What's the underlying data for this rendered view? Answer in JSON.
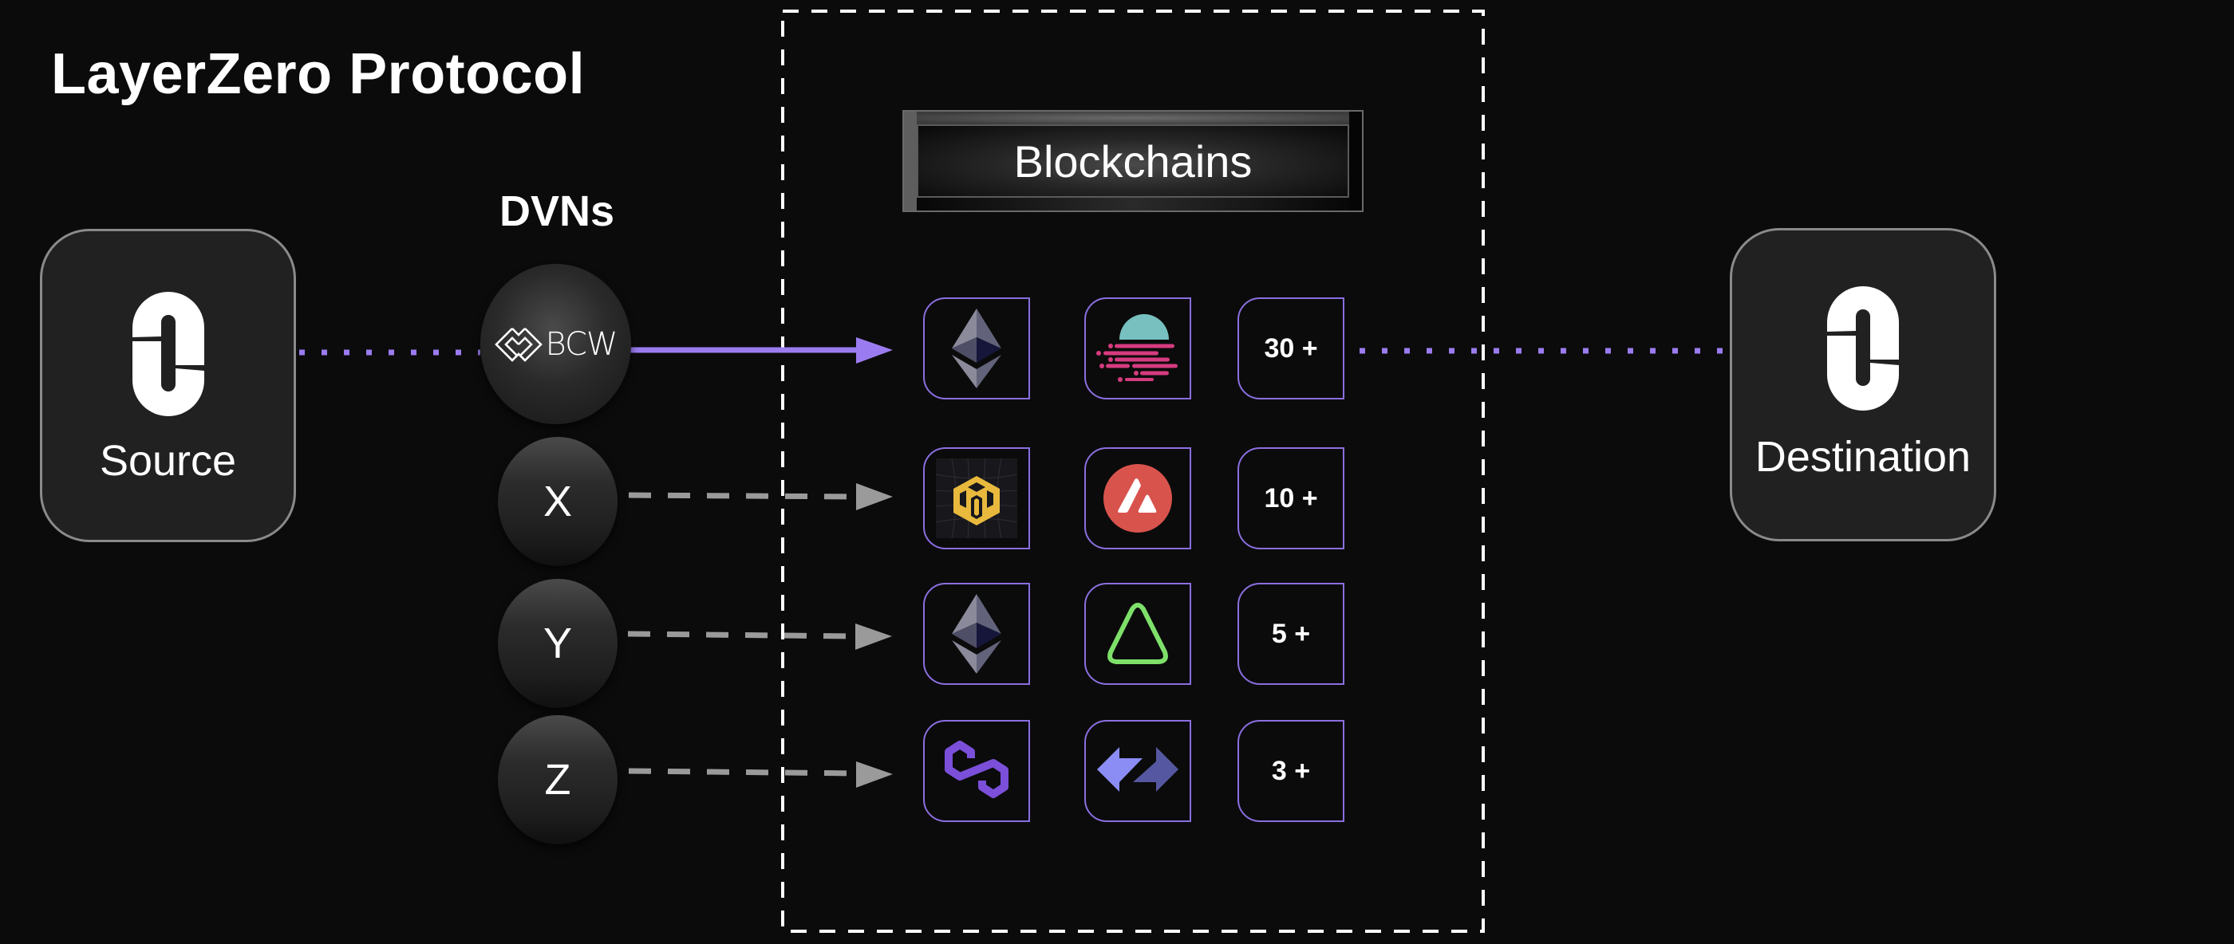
{
  "title": "LayerZero Protocol",
  "dvns": {
    "label": "DVNs",
    "items": [
      {
        "id": "bcw",
        "label": "BCW",
        "status": "active"
      },
      {
        "id": "x",
        "label": "X",
        "status": "inactive"
      },
      {
        "id": "y",
        "label": "Y",
        "status": "inactive"
      },
      {
        "id": "z",
        "label": "Z",
        "status": "inactive"
      }
    ]
  },
  "source": {
    "label": "Source",
    "icon": "layerzero-logo-icon"
  },
  "destination": {
    "label": "Destination",
    "icon": "layerzero-logo-icon"
  },
  "blockchains": {
    "header": "Blockchains",
    "rows": [
      {
        "icons": [
          "ethereum-icon",
          "moonbeam-icon"
        ],
        "count": "30 +"
      },
      {
        "icons": [
          "bnb-chain-icon",
          "avalanche-icon"
        ],
        "count": "10 +"
      },
      {
        "icons": [
          "ethereum-icon",
          "green-triangle-chain-icon"
        ],
        "count": "5 +"
      },
      {
        "icons": [
          "polygon-icon",
          "swap-arrows-chain-icon"
        ],
        "count": "3 +"
      }
    ]
  },
  "colors": {
    "background": "#0b0b0b",
    "accent_purple": "#9b7cf0",
    "tile_border": "#8b6fe0",
    "inactive_arrow": "#9a9a9a",
    "frame_dash": "#ffffff"
  }
}
